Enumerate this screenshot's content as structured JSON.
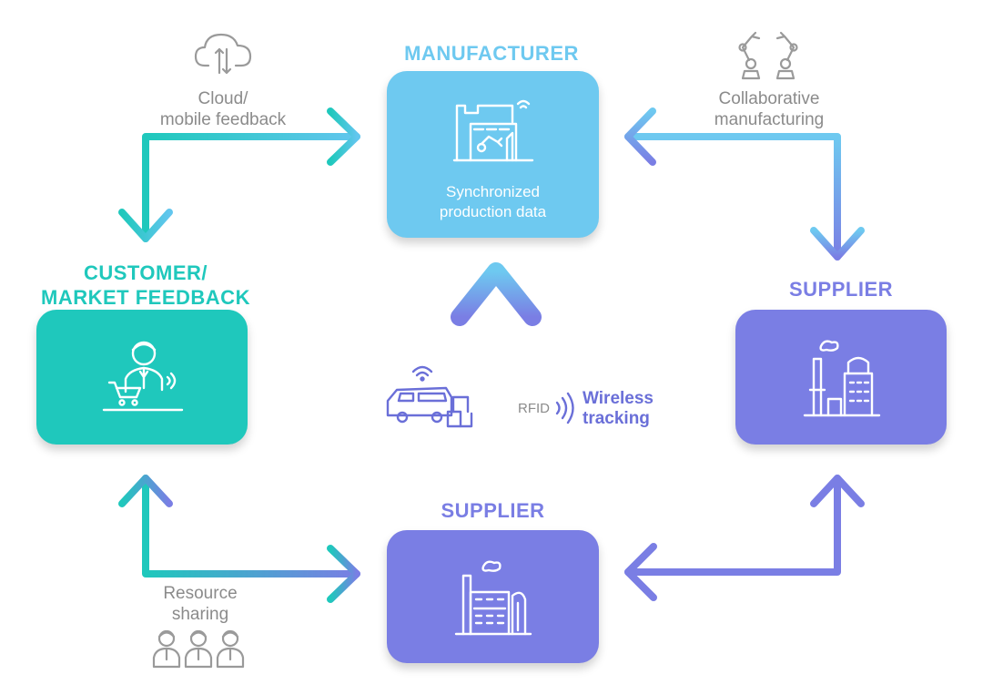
{
  "manufacturer": {
    "heading": "MANUFACTURER",
    "caption_line1": "Synchronized",
    "caption_line2": "production data",
    "icon": "factory-robot-icon",
    "color": "#6ec9f0"
  },
  "customer": {
    "heading_line1": "CUSTOMER/",
    "heading_line2": "MARKET FEEDBACK",
    "icon": "customer-shopping-icon",
    "color": "#1fc8bc"
  },
  "supplier_right": {
    "heading": "SUPPLIER",
    "icon": "factory-chimney-icon",
    "color": "#7a7ee4"
  },
  "supplier_bottom": {
    "heading": "SUPPLIER",
    "icon": "factory-building-icon",
    "color": "#7a7ee4"
  },
  "cloud": {
    "label_line1": "Cloud/",
    "label_line2": "mobile feedback",
    "icon": "cloud-sync-icon"
  },
  "collaborative": {
    "label_line1": "Collaborative",
    "label_line2": "manufacturing",
    "icon": "robot-arms-icon"
  },
  "resource": {
    "label_line1": "Resource",
    "label_line2": "sharing",
    "icon": "people-group-icon"
  },
  "tracking": {
    "rfid_label": "RFID",
    "title_line1": "Wireless",
    "title_line2": "tracking",
    "icon": "delivery-truck-icon",
    "color": "#6a6fd8"
  },
  "colors": {
    "teal": "#1fc8bc",
    "sky": "#6ec9f0",
    "purple": "#7a7ee4",
    "gray": "#8b8b8b"
  }
}
